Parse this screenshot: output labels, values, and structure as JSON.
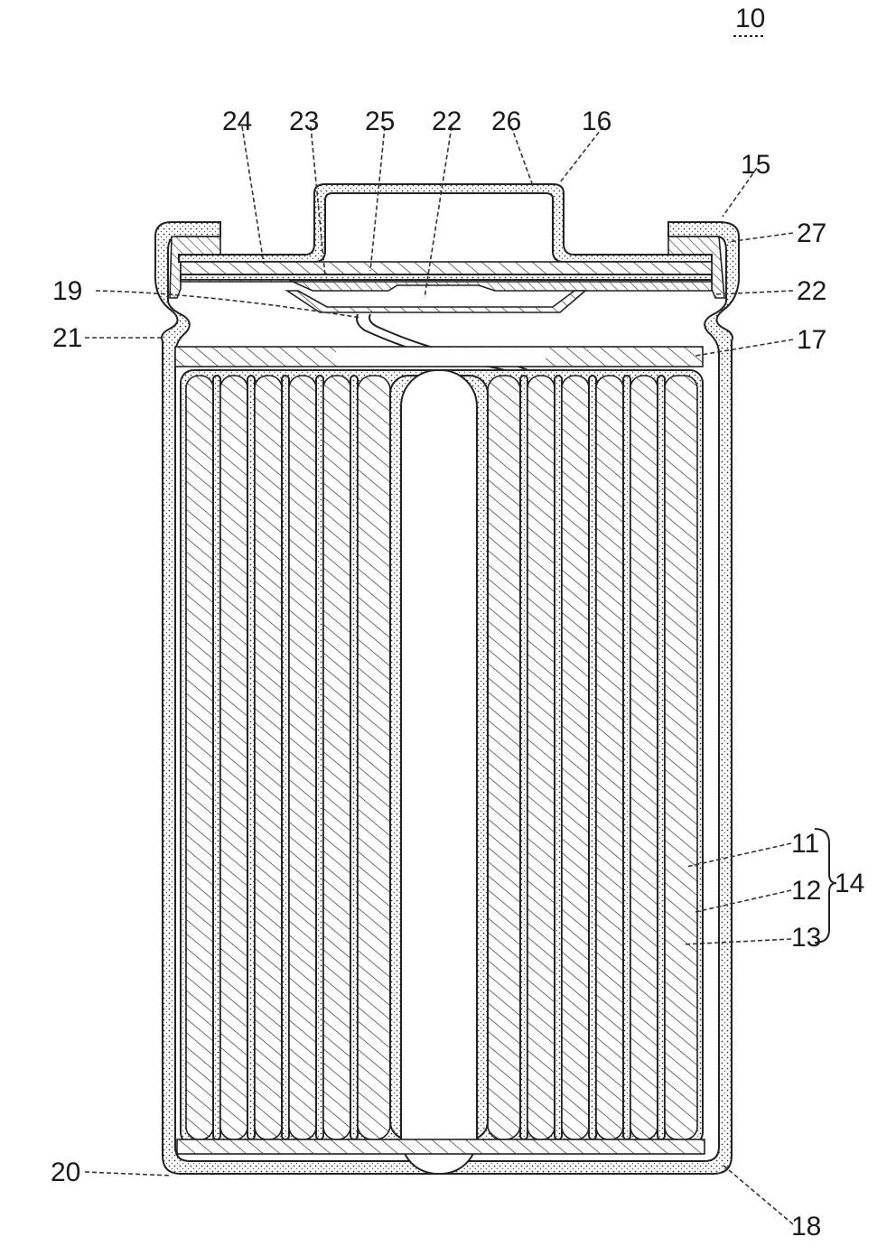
{
  "figure": {
    "number": "10",
    "labels": [
      {
        "id": "15",
        "text": "15"
      },
      {
        "id": "16",
        "text": "16"
      },
      {
        "id": "26",
        "text": "26"
      },
      {
        "id": "22a",
        "text": "22"
      },
      {
        "id": "25",
        "text": "25"
      },
      {
        "id": "23",
        "text": "23"
      },
      {
        "id": "24",
        "text": "24"
      },
      {
        "id": "27",
        "text": "27"
      },
      {
        "id": "22b",
        "text": "22"
      },
      {
        "id": "19",
        "text": "19"
      },
      {
        "id": "21",
        "text": "21"
      },
      {
        "id": "17",
        "text": "17"
      },
      {
        "id": "11",
        "text": "11"
      },
      {
        "id": "12",
        "text": "12"
      },
      {
        "id": "13",
        "text": "13"
      },
      {
        "id": "14",
        "text": "14"
      },
      {
        "id": "20",
        "text": "20"
      },
      {
        "id": "18",
        "text": "18"
      }
    ]
  },
  "colors": {
    "ink": "#222222",
    "paper": "#ffffff"
  }
}
